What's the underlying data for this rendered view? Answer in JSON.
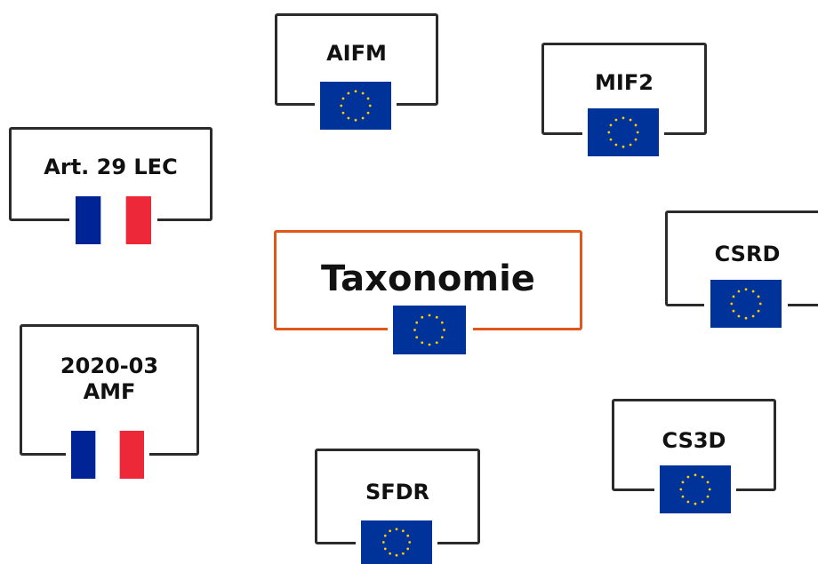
{
  "diagram": {
    "central": {
      "label": "Taxonomie",
      "flag": "eu-flag-icon"
    },
    "regulations": [
      {
        "label": "AIFM",
        "flag": "eu-flag-icon"
      },
      {
        "label": "MIF2",
        "flag": "eu-flag-icon"
      },
      {
        "label": "Art. 29 LEC",
        "flag": "france-flag-icon"
      },
      {
        "label": "CSRD",
        "flag": "eu-flag-icon"
      },
      {
        "label": "2020-03\nAMF",
        "flag": "france-flag-icon"
      },
      {
        "label": "CS3D",
        "flag": "eu-flag-icon"
      },
      {
        "label": "SFDR",
        "flag": "eu-flag-icon"
      }
    ]
  },
  "colors": {
    "central_border": "#e0571b",
    "border": "#2b2b2b",
    "eu_blue": "#003399",
    "eu_star": "#ffcc00",
    "fr_blue": "#002395",
    "fr_red": "#ed2939"
  }
}
